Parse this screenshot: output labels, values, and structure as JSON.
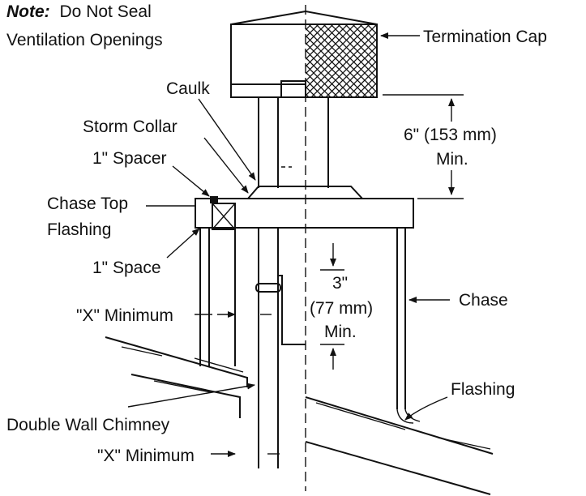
{
  "note": {
    "prefix": "Note:",
    "line1": "Do Not Seal",
    "line2": "Ventilation Openings"
  },
  "labels": {
    "termination_cap": "Termination Cap",
    "caulk": "Caulk",
    "storm_collar": "Storm Collar",
    "spacer": "1\" Spacer",
    "chase_top_flashing_1": "Chase Top",
    "chase_top_flashing_2": "Flashing",
    "space": "1\" Space",
    "x_min_upper": "\"X\" Minimum",
    "x_min_lower": "\"X\" Minimum",
    "double_wall_chimney": "Double Wall Chimney",
    "chase": "Chase",
    "flashing": "Flashing"
  },
  "dimensions": {
    "cap_clearance_1": "6\" (153 mm)",
    "cap_clearance_2": "Min.",
    "offset_1": "3\"",
    "offset_2": "(77 mm)",
    "offset_3": "Min."
  },
  "colors": {
    "line": "#111111",
    "background": "#ffffff"
  }
}
